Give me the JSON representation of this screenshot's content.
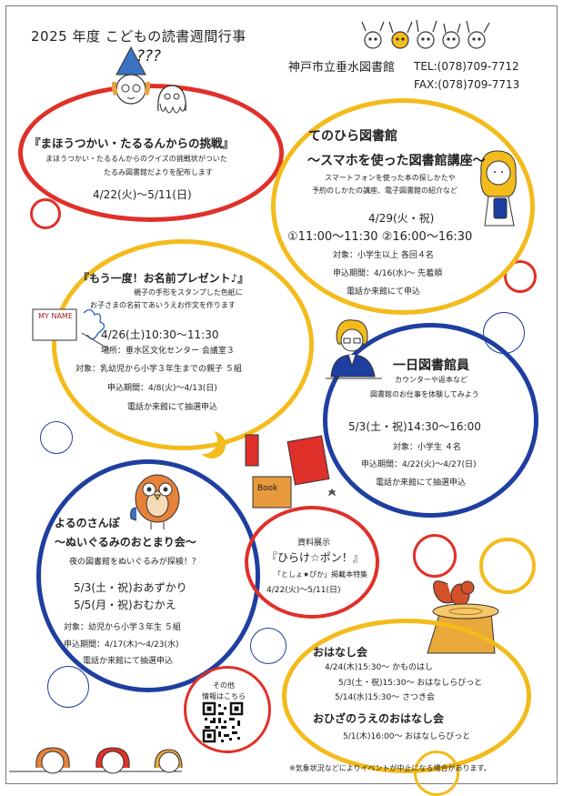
{
  "header": {
    "title": "2025 年度  こどもの読書週間行事",
    "library": "神戸市立垂水図書館",
    "tel": "TEL:(078)709-7712",
    "fax": "FAX:(078)709-7713"
  },
  "doodles": {
    "question_marks": "???",
    "my_name_sign": "MY NAME",
    "book_label": "Book"
  },
  "events": {
    "mahou": {
      "title": "『まほうつかい・たるるんからの挑戦』",
      "desc1": "まほうつかい・たるるんからのクイズの挑戦状がついた",
      "desc2": "たるみ図書館だよりを配布します",
      "date": "4/22(火)～5/11(日)"
    },
    "tenohira": {
      "title": "てのひら図書館",
      "subtitle": "～スマホを使った図書館講座～",
      "desc1": "スマートフォンを使った本の探しかたや",
      "desc2": "予約のしかたの講座、電子図書館の紹介など",
      "date": "4/29(火・祝)",
      "times": "①11:00～11:30  ②16:00～16:30",
      "target": "対象：小学生以上  各回４名",
      "apply": "申込期間：4/16(水)～  先着順",
      "method": "電話か来館にて申込"
    },
    "namae": {
      "title": "『もう一度！お名前プレゼント♪』",
      "desc1": "親子の手形をスタンプした色紙に",
      "desc2": "お子さまの名前であいうえお作文を作ります",
      "datetime": "4/26(土)10:30～11:30",
      "place": "場所：垂水区文化センター  会議室３",
      "target": "対象：乳幼児から小学３年生までの親子  ５組",
      "apply": "申込期間：4/8(火)～4/13(日)",
      "method": "電話か来館にて抽選申込"
    },
    "ichinichi": {
      "title": "一日図書館員",
      "desc1": "カウンターや返本など",
      "desc2": "図書館のお仕事を体験してみよう",
      "datetime": "5/3(土・祝)14:30～16:00",
      "target": "対象：小学生  ４名",
      "apply": "申込期間：4/22(火)～4/27(日)",
      "method": "電話か来館にて抽選申込"
    },
    "yoru": {
      "title": "よるのさんぽ",
      "subtitle": "～ぬいぐるみのおとまり会～",
      "desc": "夜の図書館をぬいぐるみが探検！？",
      "date1": "5/3(土・祝)おあずかり",
      "date2": "5/5(月・祝)おむかえ",
      "target": "対象：幼児から小学３年生  ５組",
      "apply": "申込期間：4/17(木)～4/23(水)",
      "method": "電話か来館にて抽選申込"
    },
    "shiryo": {
      "label": "資料展示",
      "title": "『ひらけ☆ポン！』",
      "desc": "「としょ★ぴか」掲載本特集",
      "date": "4/22(火)～5/11(日)"
    },
    "ohanashi": {
      "title": "おはなし会",
      "rows": [
        "4/24(木)15:30～  かものはし",
        "5/3(土・祝)15:30～  おはなしらびっと",
        "5/14(水)15:30～  さつき会"
      ],
      "hiza_title": "おひざのうえのおはなし会",
      "hiza_row": "5/1(木)16:00～  おはなしらびっと"
    },
    "sonota": {
      "line1": "その他",
      "line2": "情報はこちら"
    }
  },
  "footer": {
    "notice": "※気象状況などによりイベントが中止になる場合があります。"
  },
  "colors": {
    "red": "#e0302a",
    "yellow": "#f3bb1c",
    "blue": "#1e3ea0"
  },
  "icons": [
    "wizard-illustration",
    "ghost-illustration",
    "girl-with-phone-illustration",
    "librarian-illustration",
    "owl-illustration",
    "crescent-moon-icon",
    "books-illustration",
    "squirrel-on-stump-illustration",
    "qr-code",
    "children-faces-illustration",
    "kids-waving-illustration",
    "name-sign-illustration"
  ]
}
